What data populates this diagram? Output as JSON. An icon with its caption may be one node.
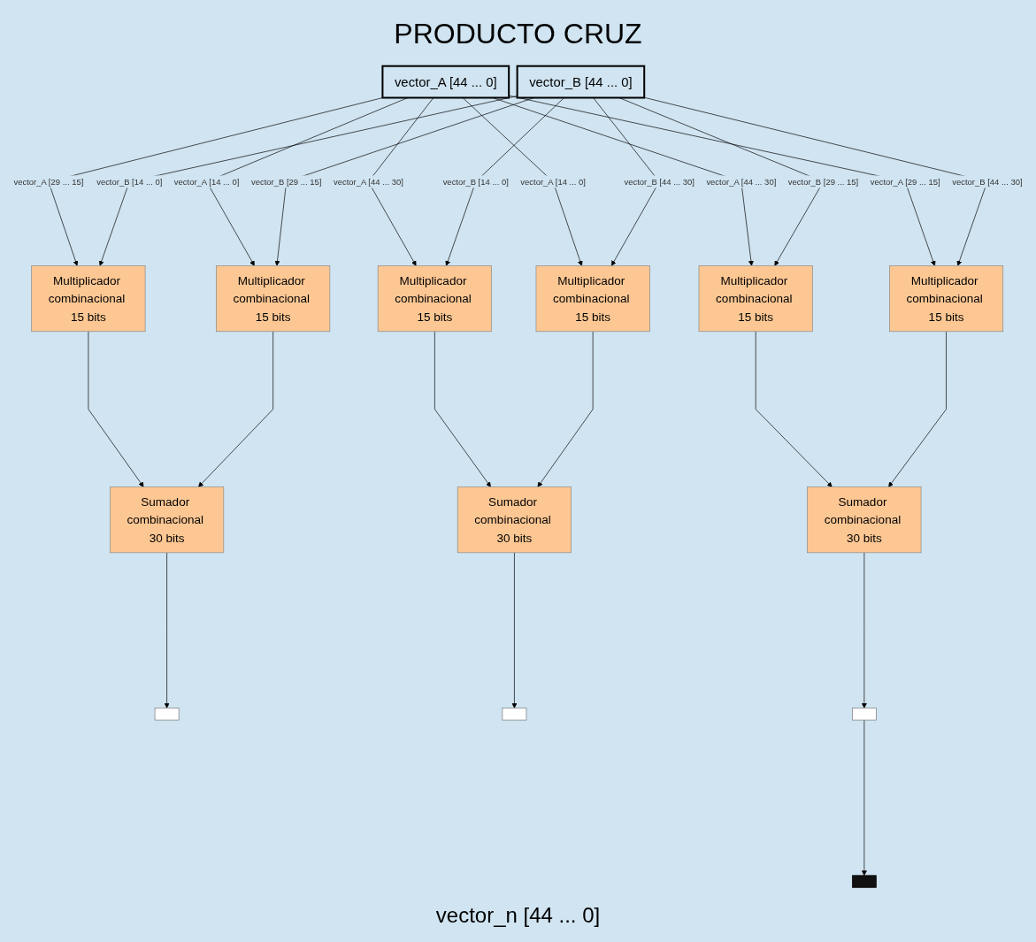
{
  "diagram": {
    "title": "PRODUCTO CRUZ",
    "nodes": [
      {
        "text": [
          "vector_A [44 ... 0]"
        ]
      },
      {
        "text": [
          "vector_B [44 ... 0]"
        ]
      },
      {
        "text": [
          "Multiplicador combinacional 15 bits"
        ]
      },
      {
        "text": [
          "Multiplicador combinacional 15 bits"
        ]
      },
      {
        "text": [
          "Multiplicador combinacional 15 bits"
        ]
      },
      {
        "text": [
          "Multiplicador combinacional 15 bits"
        ]
      },
      {
        "text": [
          "Multiplicador combinacional 15 bits"
        ]
      },
      {
        "text": [
          "Multiplicador combinacional 15 bits"
        ]
      },
      {
        "text": [
          "Sumador combinacional 30 bits"
        ]
      },
      {
        "text": [
          "Sumador combinacional 30 bits"
        ]
      },
      {
        "text": [
          "Sumador combinacional 30 bits"
        ]
      },
      {
        "text": [],
        "shape": "box"
      },
      {
        "text": [],
        "shape": "box"
      },
      {
        "text": [],
        "shape": "box"
      },
      {
        "text": [],
        "shape": "box"
      }
    ],
    "edges": [
      {
        "from": 0,
        "to": 2,
        "arrow": "to",
        "label": "vector_A [29 ... 15]"
      },
      {
        "from": 1,
        "to": 2,
        "arrow": "to",
        "label": "vector_B [14 ... 0]"
      },
      {
        "from": 0,
        "to": 3,
        "arrow": "to",
        "label": "vector_A [14 ... 0]"
      },
      {
        "from": 1,
        "to": 3,
        "arrow": "to",
        "label": "vector_B [29 ... 15]"
      },
      {
        "from": 0,
        "to": 4,
        "arrow": "to",
        "label": "vector_A [44 ... 30]"
      },
      {
        "from": 1,
        "to": 4,
        "arrow": "to",
        "label": "vector_B [14 ... 0]"
      },
      {
        "from": 0,
        "to": 5,
        "arrow": "to",
        "label": "vector_A [14 ... 0]"
      },
      {
        "from": 1,
        "to": 5,
        "arrow": "to",
        "label": "vector_B [44 ... 30]"
      },
      {
        "from": 0,
        "to": 6,
        "arrow": "to",
        "label": "vector_A [44 ... 30]"
      },
      {
        "from": 1,
        "to": 6,
        "arrow": "to",
        "label": "vector_B [29 ... 15]"
      },
      {
        "from": 0,
        "to": 7,
        "arrow": "to",
        "label": "vector_A [29 ... 15]"
      },
      {
        "from": 1,
        "to": 7,
        "arrow": "to",
        "label": "vector_B [44 ... 30]"
      },
      {
        "from": 2,
        "to": 8,
        "arrow": "to"
      },
      {
        "from": 3,
        "to": 8,
        "arrow": "to"
      },
      {
        "from": 4,
        "to": 9,
        "arrow": "to"
      },
      {
        "from": 5,
        "to": 9,
        "arrow": "to"
      },
      {
        "from": 6,
        "to": 10,
        "arrow": "to"
      },
      {
        "from": 7,
        "to": 10,
        "arrow": "to"
      },
      {
        "from": 8,
        "to": 11,
        "arrow": "to"
      },
      {
        "from": 9,
        "to": 12,
        "arrow": "to"
      },
      {
        "from": 10,
        "to": 13,
        "arrow": "to"
      },
      {
        "from": 13,
        "to": 14,
        "arrow": "to"
      }
    ],
    "labels": [
      "vector_n [44 ... 0]"
    ]
  }
}
